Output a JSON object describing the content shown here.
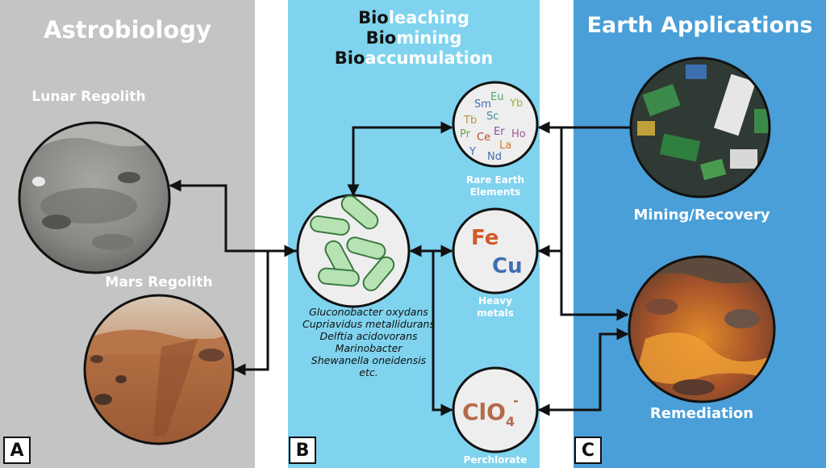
{
  "panels": {
    "a": {
      "title": "Astrobiology",
      "letter": "A"
    },
    "b": {
      "letter": "B"
    },
    "c": {
      "title": "Earth Applications",
      "letter": "C"
    }
  },
  "processes": [
    {
      "prefix": "Bio",
      "suffix": "leaching"
    },
    {
      "prefix": "Bio",
      "suffix": "mining"
    },
    {
      "prefix": "Bio",
      "suffix": "accumulation"
    }
  ],
  "labels": {
    "lunar": "Lunar Regolith",
    "mars": "Mars Regolith",
    "rare_earth": [
      "Rare Earth",
      "Elements"
    ],
    "heavy_metals": [
      "Heavy",
      "metals"
    ],
    "perchlorate": "Perchlorate",
    "mining": "Mining/Recovery",
    "remediation": "Remediation"
  },
  "elements": {
    "rare_earth": [
      {
        "symbol": "Sm",
        "color": "#3f6fb4"
      },
      {
        "symbol": "Eu",
        "color": "#4aa96c"
      },
      {
        "symbol": "Yb",
        "color": "#9bb53d"
      },
      {
        "symbol": "Tb",
        "color": "#b8963a"
      },
      {
        "symbol": "Sc",
        "color": "#3f8fa6"
      },
      {
        "symbol": "Pr",
        "color": "#6aa34a"
      },
      {
        "symbol": "Ce",
        "color": "#c24a2e"
      },
      {
        "symbol": "Er",
        "color": "#8a4f9e"
      },
      {
        "symbol": "Ho",
        "color": "#a0559e"
      },
      {
        "symbol": "La",
        "color": "#d27a2a"
      },
      {
        "symbol": "Y",
        "color": "#3f6fb4"
      },
      {
        "symbol": "Nd",
        "color": "#3f6fb4"
      }
    ],
    "heavy": [
      {
        "symbol": "Fe",
        "color": "#d2582a"
      },
      {
        "symbol": "Cu",
        "color": "#3f6fb4"
      }
    ],
    "perchlorate": {
      "main": "ClO",
      "sub": "4",
      "sup": "-",
      "color": "#b56a4a"
    }
  },
  "species": [
    "Gluconobacter oxydans",
    "Cupriavidus metallidurans",
    "Delftia acidovorans",
    "Marinobacter",
    "Shewanella oneidensis",
    "etc."
  ],
  "colors": {
    "panel_a": "#c4c4c4",
    "panel_b": "#7fd3ee",
    "panel_c": "#4a9fd8",
    "bacteria_fill": "#b7e3b4",
    "bacteria_stroke": "#3a7a3f",
    "arrow": "#111111"
  }
}
